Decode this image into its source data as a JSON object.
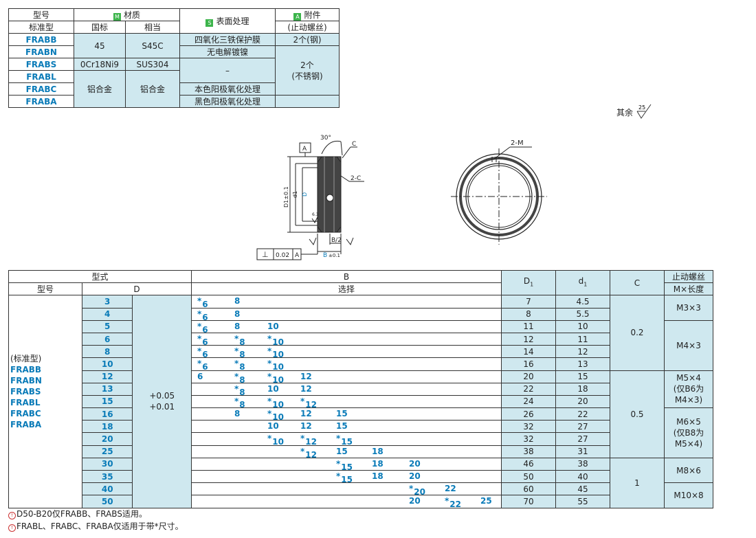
{
  "spec_table": {
    "headers": {
      "model": "型号",
      "standard": "标准型",
      "material": "材质",
      "material_badge": "M",
      "gb": "国标",
      "equiv": "相当",
      "surface": "表面处理",
      "surface_badge": "S",
      "accessory": "附件",
      "accessory_badge": "A",
      "accessory_sub": "(止动螺丝)"
    },
    "rows": [
      {
        "code": "FRABB",
        "gb": "45",
        "equiv": "S45C",
        "surface": "四氧化三铁保护膜",
        "accessory": "2个(钢)"
      },
      {
        "code": "FRABN",
        "surface": "无电解镀镍"
      },
      {
        "code": "FRABS",
        "gb": "0Cr18Ni9",
        "equiv": "SUS304",
        "surface": "–",
        "accessory": "2个",
        "accessory2": "(不锈钢)"
      },
      {
        "code": "FRABL"
      },
      {
        "code": "FRABC",
        "gb": "铝合金",
        "equiv": "铝合金",
        "surface": "本色阳极氧化处理"
      },
      {
        "code": "FRABA",
        "surface": "黑色阳极氧化处理"
      }
    ]
  },
  "rest_label": "其余",
  "rest_value": "25",
  "drawing_labels": {
    "angle": "30°",
    "C": "C",
    "twoC": "2-C",
    "twoM": "2-M",
    "A": "A",
    "D1": "D1±0.1",
    "d1": "d1",
    "D": "D",
    "B2": "B/2",
    "B": "B",
    "Btol": "±0.1",
    "perp": "⊥",
    "tol": "0.02",
    "datum": "A",
    "r63": "6.3",
    "r25": "25"
  },
  "main_table": {
    "h_type": "型式",
    "h_model": "型号",
    "h_D": "D",
    "h_B": "B",
    "h_B_sub": "选择",
    "h_D1": "D",
    "h_D1_sub": "1",
    "h_d1": "d",
    "h_d1_sub": "1",
    "h_C": "C",
    "h_screw": "止动螺丝",
    "h_screw_sub": "M×长度",
    "models_label": "(标准型)",
    "models": [
      "FRABB",
      "FRABN",
      "FRABS",
      "FRABL",
      "FRABC",
      "FRABA"
    ],
    "tolerance_upper": "+0.05",
    "tolerance_lower": "+0.01",
    "c_values": [
      "0.2",
      "0.5",
      "1"
    ],
    "screws": [
      {
        "l1": "M3×3"
      },
      {
        "l1": "M4×3"
      },
      {
        "l1": "M5×4",
        "l2": "(仅B6为",
        "l3": "M4×3)"
      },
      {
        "l1": "M6×5",
        "l2": "(仅B8为",
        "l3": "M5×4)"
      },
      {
        "l1": "M8×6"
      },
      {
        "l1": "M10×8"
      }
    ],
    "rows": [
      {
        "D": "3",
        "B": [
          [
            "6",
            true,
            0
          ],
          [
            "8",
            false,
            1
          ]
        ],
        "D1": "7",
        "d1": "4.5"
      },
      {
        "D": "4",
        "B": [
          [
            "6",
            true,
            0
          ],
          [
            "8",
            false,
            1
          ]
        ],
        "D1": "8",
        "d1": "5.5"
      },
      {
        "D": "5",
        "B": [
          [
            "6",
            true,
            0
          ],
          [
            "8",
            false,
            1
          ],
          [
            "10",
            false,
            2
          ]
        ],
        "D1": "11",
        "d1": "10"
      },
      {
        "D": "6",
        "B": [
          [
            "6",
            true,
            0
          ],
          [
            "8",
            true,
            1
          ],
          [
            "10",
            true,
            2
          ]
        ],
        "D1": "12",
        "d1": "11"
      },
      {
        "D": "8",
        "B": [
          [
            "6",
            true,
            0
          ],
          [
            "8",
            true,
            1
          ],
          [
            "10",
            true,
            2
          ]
        ],
        "D1": "14",
        "d1": "12"
      },
      {
        "D": "10",
        "B": [
          [
            "6",
            true,
            0
          ],
          [
            "8",
            true,
            1
          ],
          [
            "10",
            true,
            2
          ]
        ],
        "D1": "16",
        "d1": "13"
      },
      {
        "D": "12",
        "B": [
          [
            "6",
            false,
            0
          ],
          [
            "8",
            true,
            1
          ],
          [
            "10",
            true,
            2
          ],
          [
            "12",
            false,
            3
          ]
        ],
        "D1": "20",
        "d1": "15"
      },
      {
        "D": "13",
        "B": [
          [
            "8",
            true,
            1
          ],
          [
            "10",
            false,
            2
          ],
          [
            "12",
            false,
            3
          ]
        ],
        "D1": "22",
        "d1": "18"
      },
      {
        "D": "15",
        "B": [
          [
            "8",
            true,
            1
          ],
          [
            "10",
            true,
            2
          ],
          [
            "12",
            true,
            3
          ]
        ],
        "D1": "24",
        "d1": "20"
      },
      {
        "D": "16",
        "B": [
          [
            "8",
            false,
            1
          ],
          [
            "10",
            true,
            2
          ],
          [
            "12",
            false,
            3
          ],
          [
            "15",
            false,
            4
          ]
        ],
        "D1": "26",
        "d1": "22"
      },
      {
        "D": "18",
        "B": [
          [
            "10",
            false,
            2
          ],
          [
            "12",
            false,
            3
          ],
          [
            "15",
            false,
            4
          ]
        ],
        "D1": "32",
        "d1": "27"
      },
      {
        "D": "20",
        "B": [
          [
            "10",
            true,
            2
          ],
          [
            "12",
            true,
            3
          ],
          [
            "15",
            true,
            4
          ]
        ],
        "D1": "32",
        "d1": "27"
      },
      {
        "D": "25",
        "B": [
          [
            "12",
            true,
            3
          ],
          [
            "15",
            false,
            4
          ],
          [
            "18",
            false,
            5
          ]
        ],
        "D1": "38",
        "d1": "31"
      },
      {
        "D": "30",
        "B": [
          [
            "15",
            true,
            4
          ],
          [
            "18",
            false,
            5
          ],
          [
            "20",
            false,
            6
          ]
        ],
        "D1": "46",
        "d1": "38"
      },
      {
        "D": "35",
        "B": [
          [
            "15",
            true,
            4
          ],
          [
            "18",
            false,
            5
          ],
          [
            "20",
            false,
            6
          ]
        ],
        "D1": "50",
        "d1": "40"
      },
      {
        "D": "40",
        "B": [
          [
            "20",
            true,
            6
          ],
          [
            "22",
            false,
            7
          ]
        ],
        "D1": "60",
        "d1": "45"
      },
      {
        "D": "50",
        "B": [
          [
            "20",
            false,
            6
          ],
          [
            "22",
            true,
            7
          ],
          [
            "25",
            false,
            8
          ]
        ],
        "D1": "70",
        "d1": "55"
      }
    ]
  },
  "notes": [
    "D50-B20仅FRABB、FRABS适用。",
    "FRABL、FRABC、FRABA仅适用于带*尺寸。"
  ],
  "note_icon": "!"
}
